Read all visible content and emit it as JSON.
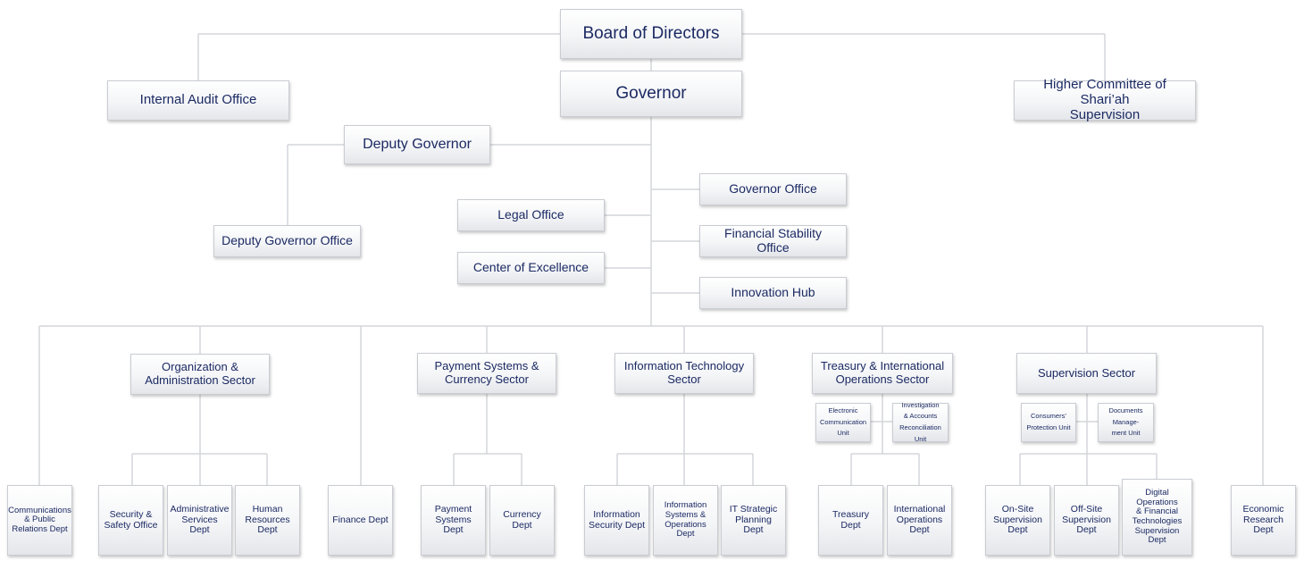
{
  "colors": {
    "text": "#1b2a63",
    "connector": "#d4d6da",
    "box_border": "#c9ccd2"
  },
  "top": {
    "board": "Board of Directors",
    "governor": "Governor",
    "internal_audit": "Internal Audit Office",
    "shariah": "Higher Committee of Shari’ah\nSupervision",
    "deputy_governor": "Deputy Governor",
    "deputy_governor_office": "Deputy Governor Office"
  },
  "offices": {
    "legal": "Legal Office",
    "excellence": "Center of Excellence",
    "governor_office": "Governor Office",
    "financial_stability": "Financial Stability\nOffice",
    "innovation": "Innovation Hub"
  },
  "sectors": {
    "org_admin": "Organization &\nAdministration Sector",
    "payment": "Payment Systems &\nCurrency Sector",
    "it": "Information Technology\nSector",
    "treasury": "Treasury & International\nOperations Sector",
    "supervision": "Supervision Sector"
  },
  "units": {
    "electronic": "Electronic\nCommunication\nUnit",
    "investigation": "Investigation\n& Accounts\nReconciliation Unit",
    "consumers": "Consumers’\nProtection Unit",
    "documents": "Documents\nManage-\nment Unit"
  },
  "depts": {
    "communications": "Communications\n& Public\nRelations Dept",
    "security": "Security &\nSafety Office",
    "admin_services": "Administrative\nServices\nDept",
    "hr": "Human\nResources\nDept",
    "finance": "Finance Dept",
    "payment_systems": "Payment\nSystems\nDept",
    "currency": "Currency Dept",
    "info_security": "Information\nSecurity Dept",
    "info_systems": "Information\nSystems &\nOperations Dept",
    "it_planning": "IT Strategic\nPlanning Dept",
    "treasury": "Treasury Dept",
    "intl_ops": "International\nOperations\nDept",
    "onsite": "On-Site\nSupervision\nDept",
    "offsite": "Off-Site\nSupervision\nDept",
    "digital": "Digital Operations\n& Financial\nTechnologies\nSupervision Dept",
    "economic": "Economic\nResearch Dept"
  }
}
